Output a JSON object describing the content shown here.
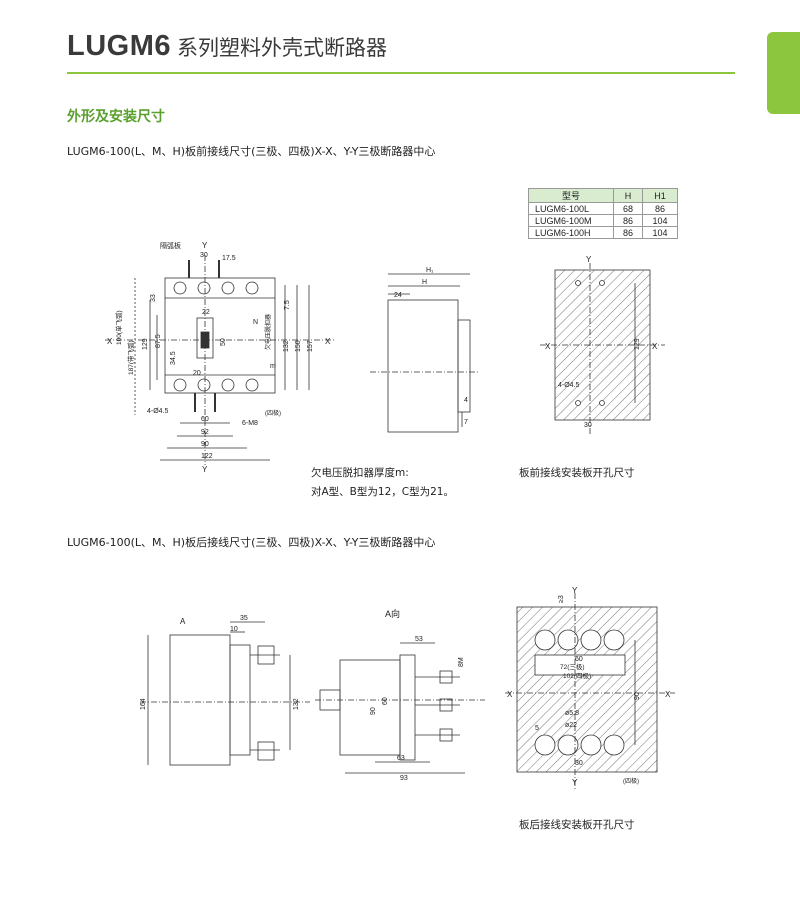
{
  "header": {
    "brand": "LUGM6",
    "title": "系列塑料外壳式断路器"
  },
  "section_title": "外形及安装尺寸",
  "front_section": {
    "subtitle": "LUGM6-100(L、M、H)板前接线尺寸(三极、四极)X-X、Y-Y三极断路器中心",
    "spec_table": {
      "headers": [
        "型号",
        "H",
        "H1"
      ],
      "rows": [
        [
          "LUGM6-100L",
          "68",
          "86"
        ],
        [
          "LUGM6-100M",
          "86",
          "104"
        ],
        [
          "LUGM6-100H",
          "86",
          "104"
        ]
      ]
    },
    "front_view_labels": {
      "barrier": "隔弧板",
      "y": "Y",
      "d30": "30",
      "d17_5": "17.5",
      "d33": "33",
      "d7_5": "7.5",
      "d22": "22",
      "n": "N",
      "d100": "100(单飞弧)",
      "d187": "187(带飞弧)",
      "d129": "129",
      "d87_5": "87.5",
      "d50": "50",
      "d34_5": "34.5",
      "d20": "20",
      "m": "m",
      "d132": "132",
      "d150": "150",
      "d157": "157",
      "x": "X",
      "vertical_note": "欠电压脱扣器",
      "d4_4_5": "4-Ø4.5",
      "d6_m8": "6-M8",
      "four_pole": "(四极)",
      "d60": "60",
      "d92": "92",
      "d90": "90",
      "d122": "122"
    },
    "side_view_labels": {
      "h1": "H₁",
      "h": "H",
      "d24": "24",
      "d4": "4",
      "d7": "7"
    },
    "hole_view_labels": {
      "y": "Y",
      "x": "X",
      "d129": "129",
      "d4_4_5": "4-Ø4.5",
      "d30": "30"
    },
    "note_line1": "欠电压脱扣器厚度m:",
    "note_line2": "对A型、B型为12，C型为21。",
    "hole_caption": "板前接线安装板开孔尺寸"
  },
  "rear_section": {
    "subtitle": "LUGM6-100(L、M、H)板后接线尺寸(三极、四极)X-X、Y-Y三极断路器中心",
    "rear_view_labels": {
      "a": "A",
      "d35": "35",
      "d10": "10",
      "d164": "164",
      "d132": "132"
    },
    "a_view_labels": {
      "a_view": "A向",
      "d53": "53",
      "d8m": "8M",
      "d60": "60",
      "d90": "90",
      "d63": "63",
      "d93": "93"
    },
    "hole_view_labels": {
      "ge3": "≥3",
      "y": "Y",
      "x": "X",
      "d60": "60",
      "d72": "72(三极)",
      "d102": "102(四极)",
      "d90": "90",
      "d5_8": "ø5.8",
      "d22": "ø22",
      "d5": "5",
      "d30": "30",
      "four_pole": "(四极)"
    },
    "hole_caption": "板后接线安装板开孔尺寸"
  },
  "colors": {
    "accent": "#8cc63f",
    "section": "#5aa02c",
    "table_header": "#d9ecd0"
  }
}
